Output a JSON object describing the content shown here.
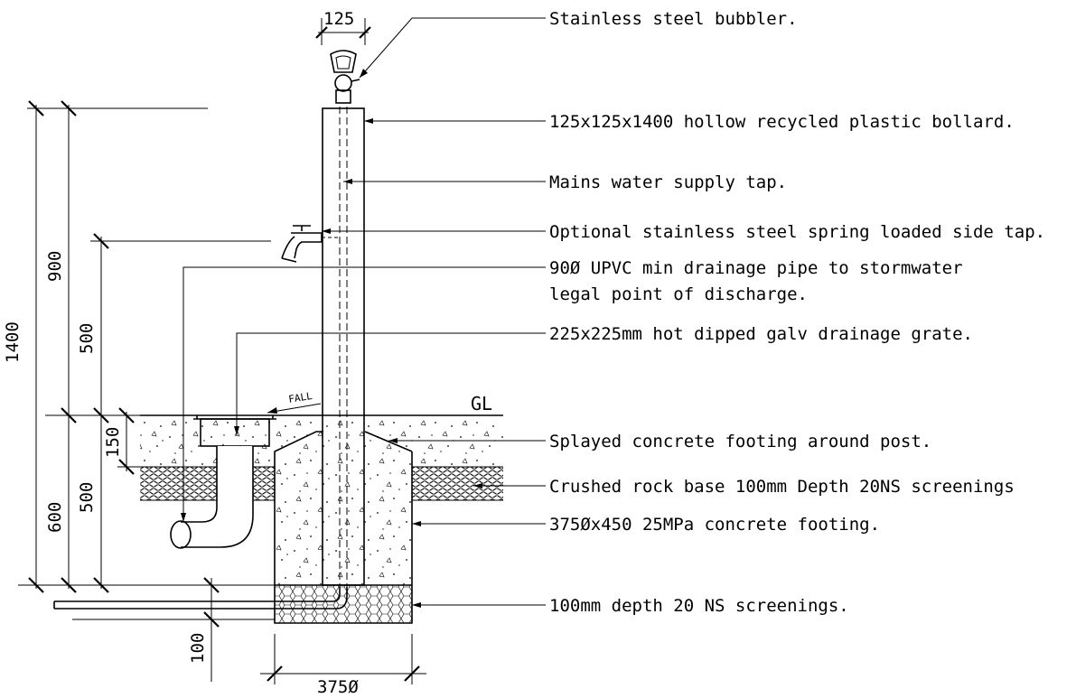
{
  "callouts": [
    "Stainless steel bubbler.",
    "125x125x1400 hollow recycled plastic bollard.",
    "Mains water supply tap.",
    "Optional stainless steel spring loaded side tap.",
    "90Ø UPVC min drainage pipe to stormwater",
    "legal point of discharge.",
    "225x225mm hot dipped galv drainage grate.",
    "Splayed concrete footing around post.",
    "Crushed rock base 100mm Depth 20NS screenings",
    "375Øx450 25MPa concrete footing.",
    "100mm depth 20 NS screenings."
  ],
  "dimensions": {
    "top_width": "125",
    "total_height": "1400",
    "above_ground": "900",
    "below_ground": "600",
    "tap_height": "500",
    "grate_depth": "150",
    "pipe_depth": "500",
    "base_depth": "100",
    "footing_diameter": "375Ø"
  },
  "labels": {
    "ground_level": "GL",
    "fall": "FALL"
  }
}
